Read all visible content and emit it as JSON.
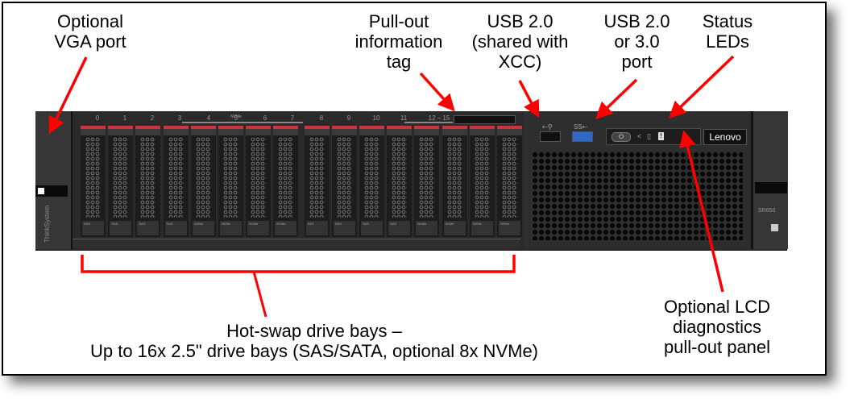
{
  "diagram": {
    "subject": "Lenovo ThinkSystem SR650 front view",
    "colors": {
      "callout": "#ff0000",
      "chassis": "#2b2b2b",
      "drive_handle": "#c9353d",
      "usb3_port": "#2f68c8",
      "frame_border": "#000000"
    },
    "callouts": {
      "vga": "Optional\nVGA port",
      "info_tag": "Pull-out\ninformation\ntag",
      "usb_xcc": "USB 2.0\n(shared with\nXCC)",
      "usb3": "USB 2.0\nor 3.0\nport",
      "status_leds": "Status\nLEDs",
      "lcd_panel": "Optional LCD\ndiagnostics\npull-out panel",
      "drive_bays": "Hot-swap drive bays –\nUp to 16x 2.5\" drive bays (SAS/SATA, optional 8x NVMe)"
    },
    "server": {
      "left_ear_brand": "ThinkSystem",
      "right_ear_model": "SR650",
      "logo": "Lenovo",
      "bay_numbers": [
        "0",
        "1",
        "2",
        "3",
        "4",
        "5",
        "6",
        "7",
        "8",
        "9",
        "10",
        "11",
        "12 – 15"
      ],
      "nvme_marker": "NVMe",
      "drive_count": 16,
      "drive_labels": [
        "SAS",
        "SAS",
        "SAS",
        "SAS",
        "NVMe",
        "NVMe",
        "NVMe",
        "NVMe",
        "SAS",
        "SAS",
        "SAS",
        "SAS",
        "NVMe",
        "NVMe",
        "NVMe",
        "NVMe"
      ],
      "usb2_icon": "usb-icon",
      "usb3_icon": "usb-ss-icon",
      "power_symbol": "⏻",
      "network_symbol": "<",
      "id_symbol": "▯",
      "error_symbol": "!"
    }
  }
}
